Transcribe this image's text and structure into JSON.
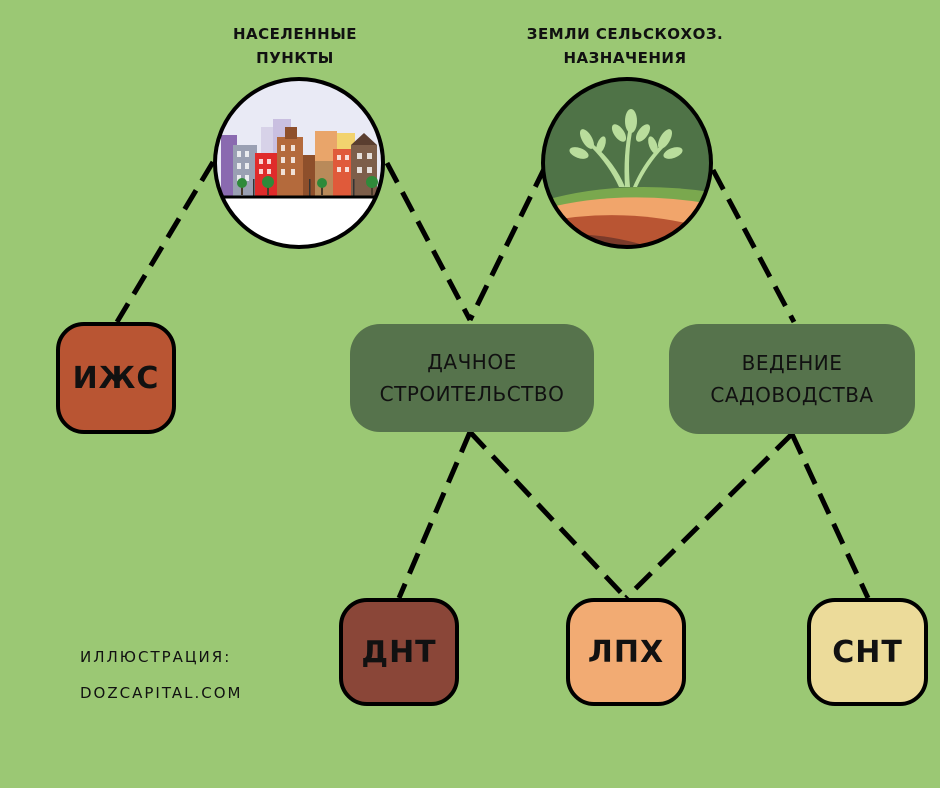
{
  "categories": {
    "settlements": "НАСЕЛЕННЫЕ ПУНКТЫ",
    "agricultural": "ЗЕМЛИ СЕЛЬСКОХОЗ. НАЗНАЧЕНИЯ"
  },
  "purposes": {
    "dacha": "ДАЧНОЕ СТРОИТЕЛЬСТВО",
    "gardening": "ВЕДЕНИЕ САДОВОДСТВА"
  },
  "types": {
    "izhs": "ИЖС",
    "dnt": "ДНТ",
    "lph": "ЛПХ",
    "snt": "СНТ"
  },
  "credit": {
    "label": "ИЛЛЮСТРАЦИЯ:",
    "site": "DOZCAPITAL.COM"
  },
  "colors": {
    "background": "#9bc874",
    "purpose_box": "#56734c",
    "izhs": "#b95533",
    "dnt": "#8a4638",
    "lph": "#f2ab73",
    "snt": "#ecdb9a"
  },
  "icons": [
    "city-skyline-icon",
    "sprout-field-icon"
  ]
}
